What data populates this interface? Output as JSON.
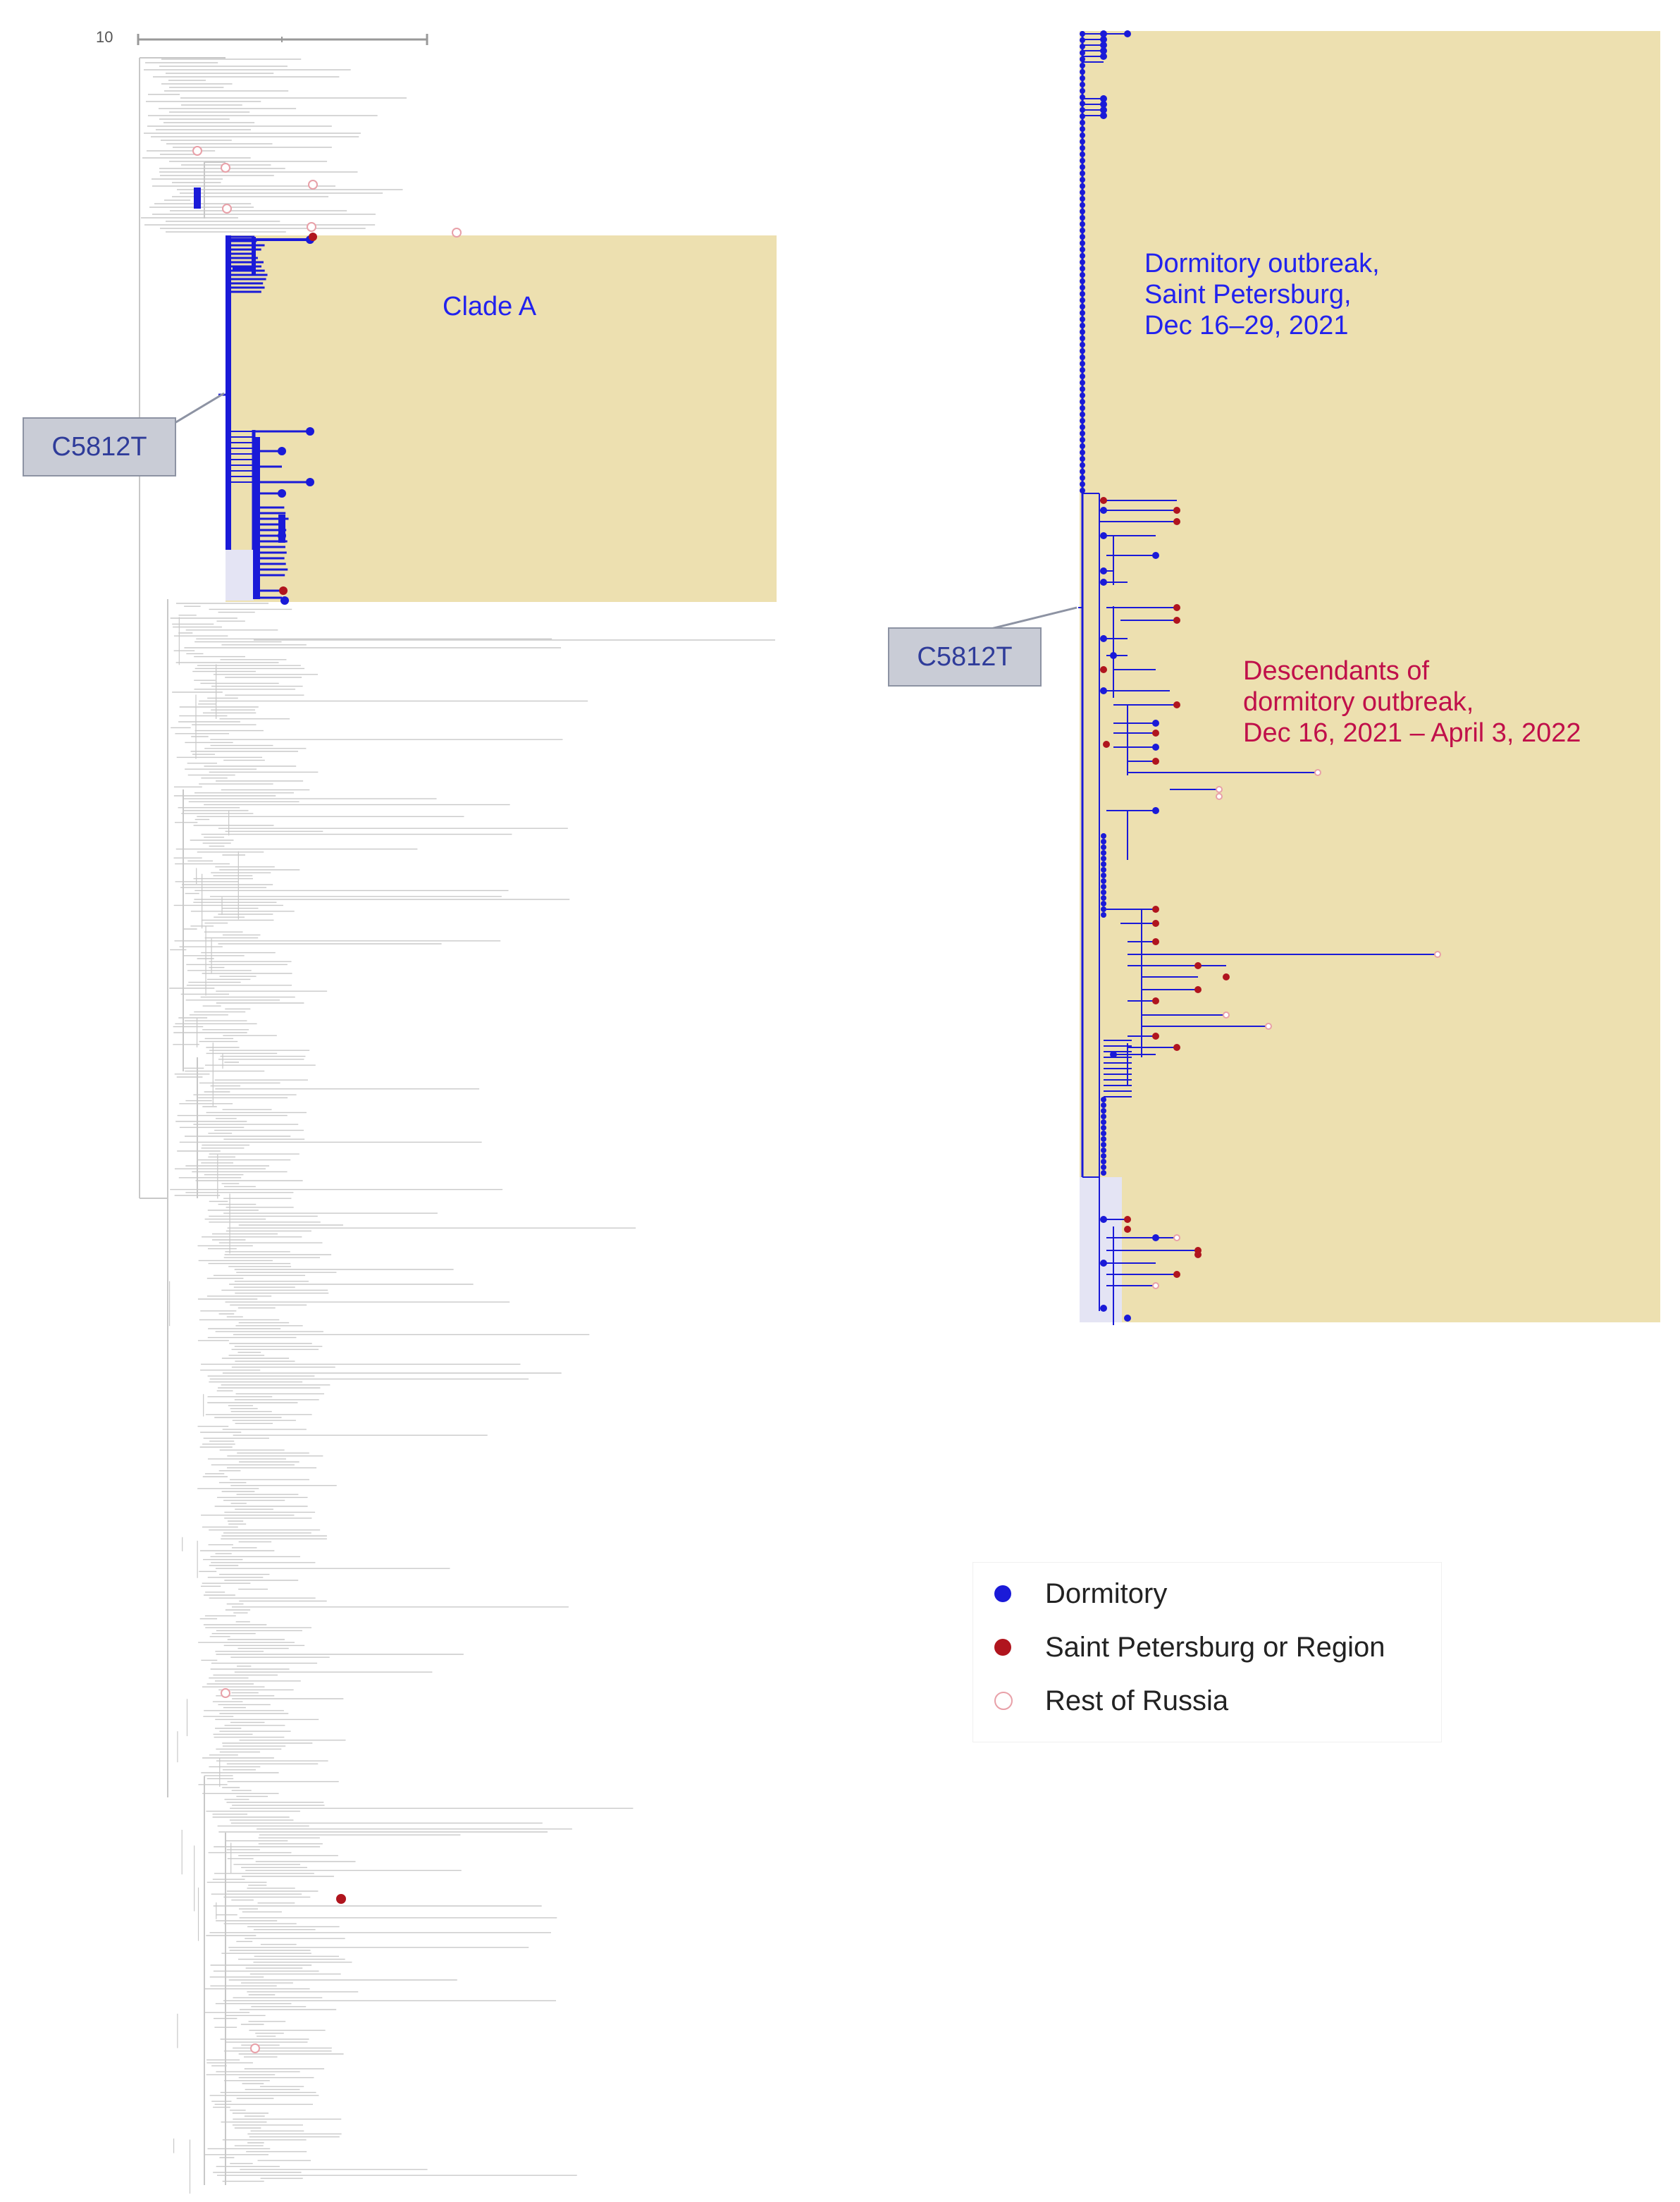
{
  "scale_bar": {
    "label": "10"
  },
  "left_panel": {
    "clade_label": "Clade A",
    "callout_label": "C5812T"
  },
  "right_panel": {
    "callout_label": "C5812T",
    "outbreak_label": [
      "Dormitory outbreak,",
      "Saint Petersburg,",
      "Dec 16–29, 2021"
    ],
    "descendants_label": [
      "Descendants of",
      "dormitory outbreak,",
      "Dec 16, 2021 – April 3, 2022"
    ]
  },
  "legend": {
    "items": [
      {
        "label": "Dormitory",
        "color": "#1a1ad8",
        "style": "filled",
        "icon": "blue-dot-icon"
      },
      {
        "label": "Saint Petersburg or Region",
        "color": "#b0151e",
        "style": "filled",
        "icon": "red-dot-icon"
      },
      {
        "label": "Rest of Russia",
        "color": "#e8a0a8",
        "style": "open",
        "icon": "open-circle-icon"
      }
    ]
  },
  "colors": {
    "clade_highlight": "#ede0b0",
    "dormitory": "#1a1ad8",
    "saint_petersburg": "#b0151e",
    "rest_of_russia": "#e8a0a8",
    "tree_gray": "#c8c8c8",
    "label_blue": "#2222ee",
    "label_crimson": "#c0104a"
  }
}
